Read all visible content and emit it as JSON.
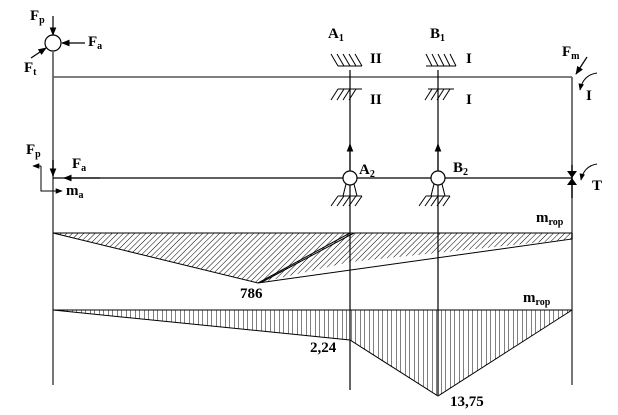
{
  "diagram": {
    "type": "shaft force and moment diagram",
    "forces": {
      "top_left": {
        "radial": {
          "main": "F",
          "sub": "p"
        },
        "axial": {
          "main": "F",
          "sub": "a"
        },
        "tangential": {
          "main": "F",
          "sub": "t"
        }
      },
      "shaft_left": {
        "radial": {
          "main": "F",
          "sub": "p"
        },
        "axial": {
          "main": "F",
          "sub": "a"
        },
        "moment": {
          "main": "m",
          "sub": "a"
        }
      },
      "right_end": {
        "coupling_force": {
          "main": "F",
          "sub": "m"
        },
        "plane_mark": "I",
        "torque": "T"
      }
    },
    "supports": {
      "A1": {
        "main": "A",
        "sub": "1",
        "plane_upper": "II",
        "plane_lower": "II"
      },
      "B1": {
        "main": "B",
        "sub": "1",
        "plane_upper": "I",
        "plane_lower": "I"
      },
      "A2": {
        "main": "A",
        "sub": "2"
      },
      "B2": {
        "main": "B",
        "sub": "2"
      }
    },
    "moment_diagrams": [
      {
        "name": "bending-moment-diagram",
        "label": {
          "main": "m",
          "sub": "rop"
        },
        "peak_value": "786",
        "hatch": "diagonal"
      },
      {
        "name": "torque-diagram",
        "label": {
          "main": "m",
          "sub": "rop"
        },
        "values": [
          "2,24",
          "13,75"
        ],
        "hatch": "vertical"
      }
    ]
  }
}
